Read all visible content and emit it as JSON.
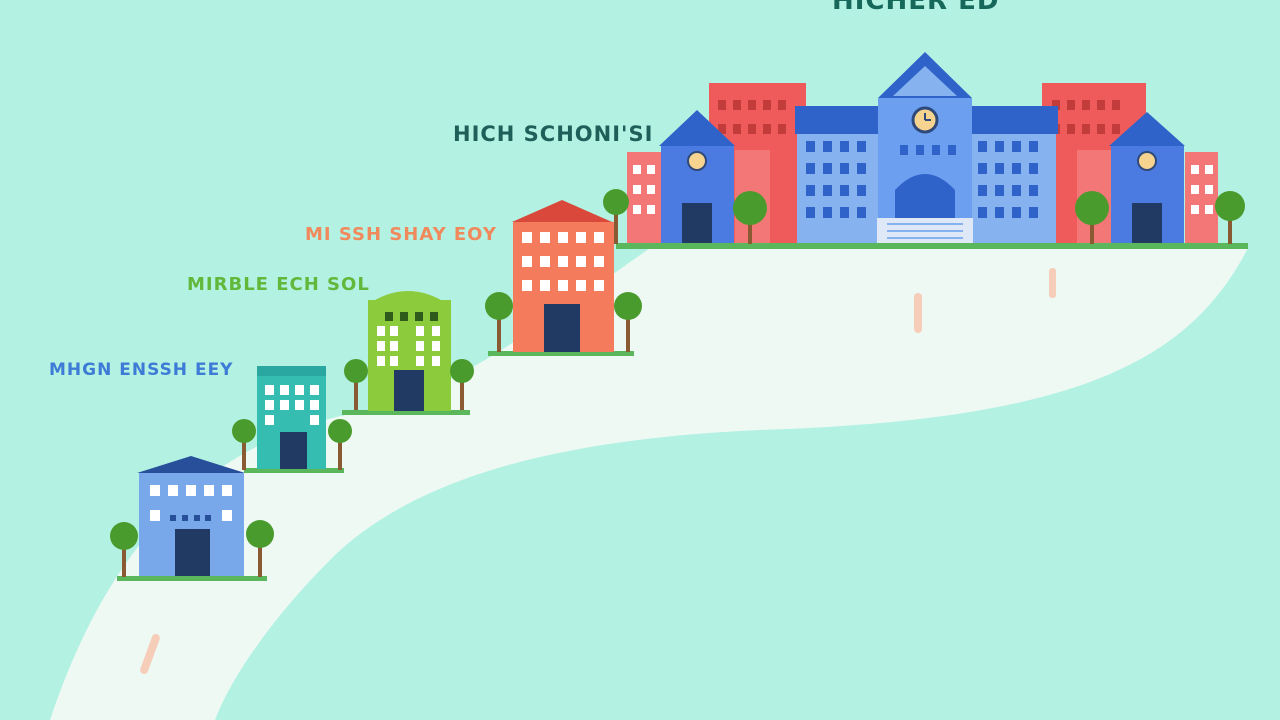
{
  "labels": {
    "higher_ed": "HICHER ED",
    "high_school": "HICH SCHONI'SI",
    "elementary": "MI SSH SHAY EOY",
    "middle": "MIRBLE ECH SOL",
    "primary": "MHGN  ENSSH EEY"
  },
  "colors": {
    "background": "#b3f1e2",
    "path": "#eef9f4",
    "higher_ed_label": "#16685a",
    "high_school_label": "#1e5f5a",
    "elementary_label": "#f08a5d",
    "middle_label": "#62b83b",
    "primary_label": "#3d7bd6"
  }
}
